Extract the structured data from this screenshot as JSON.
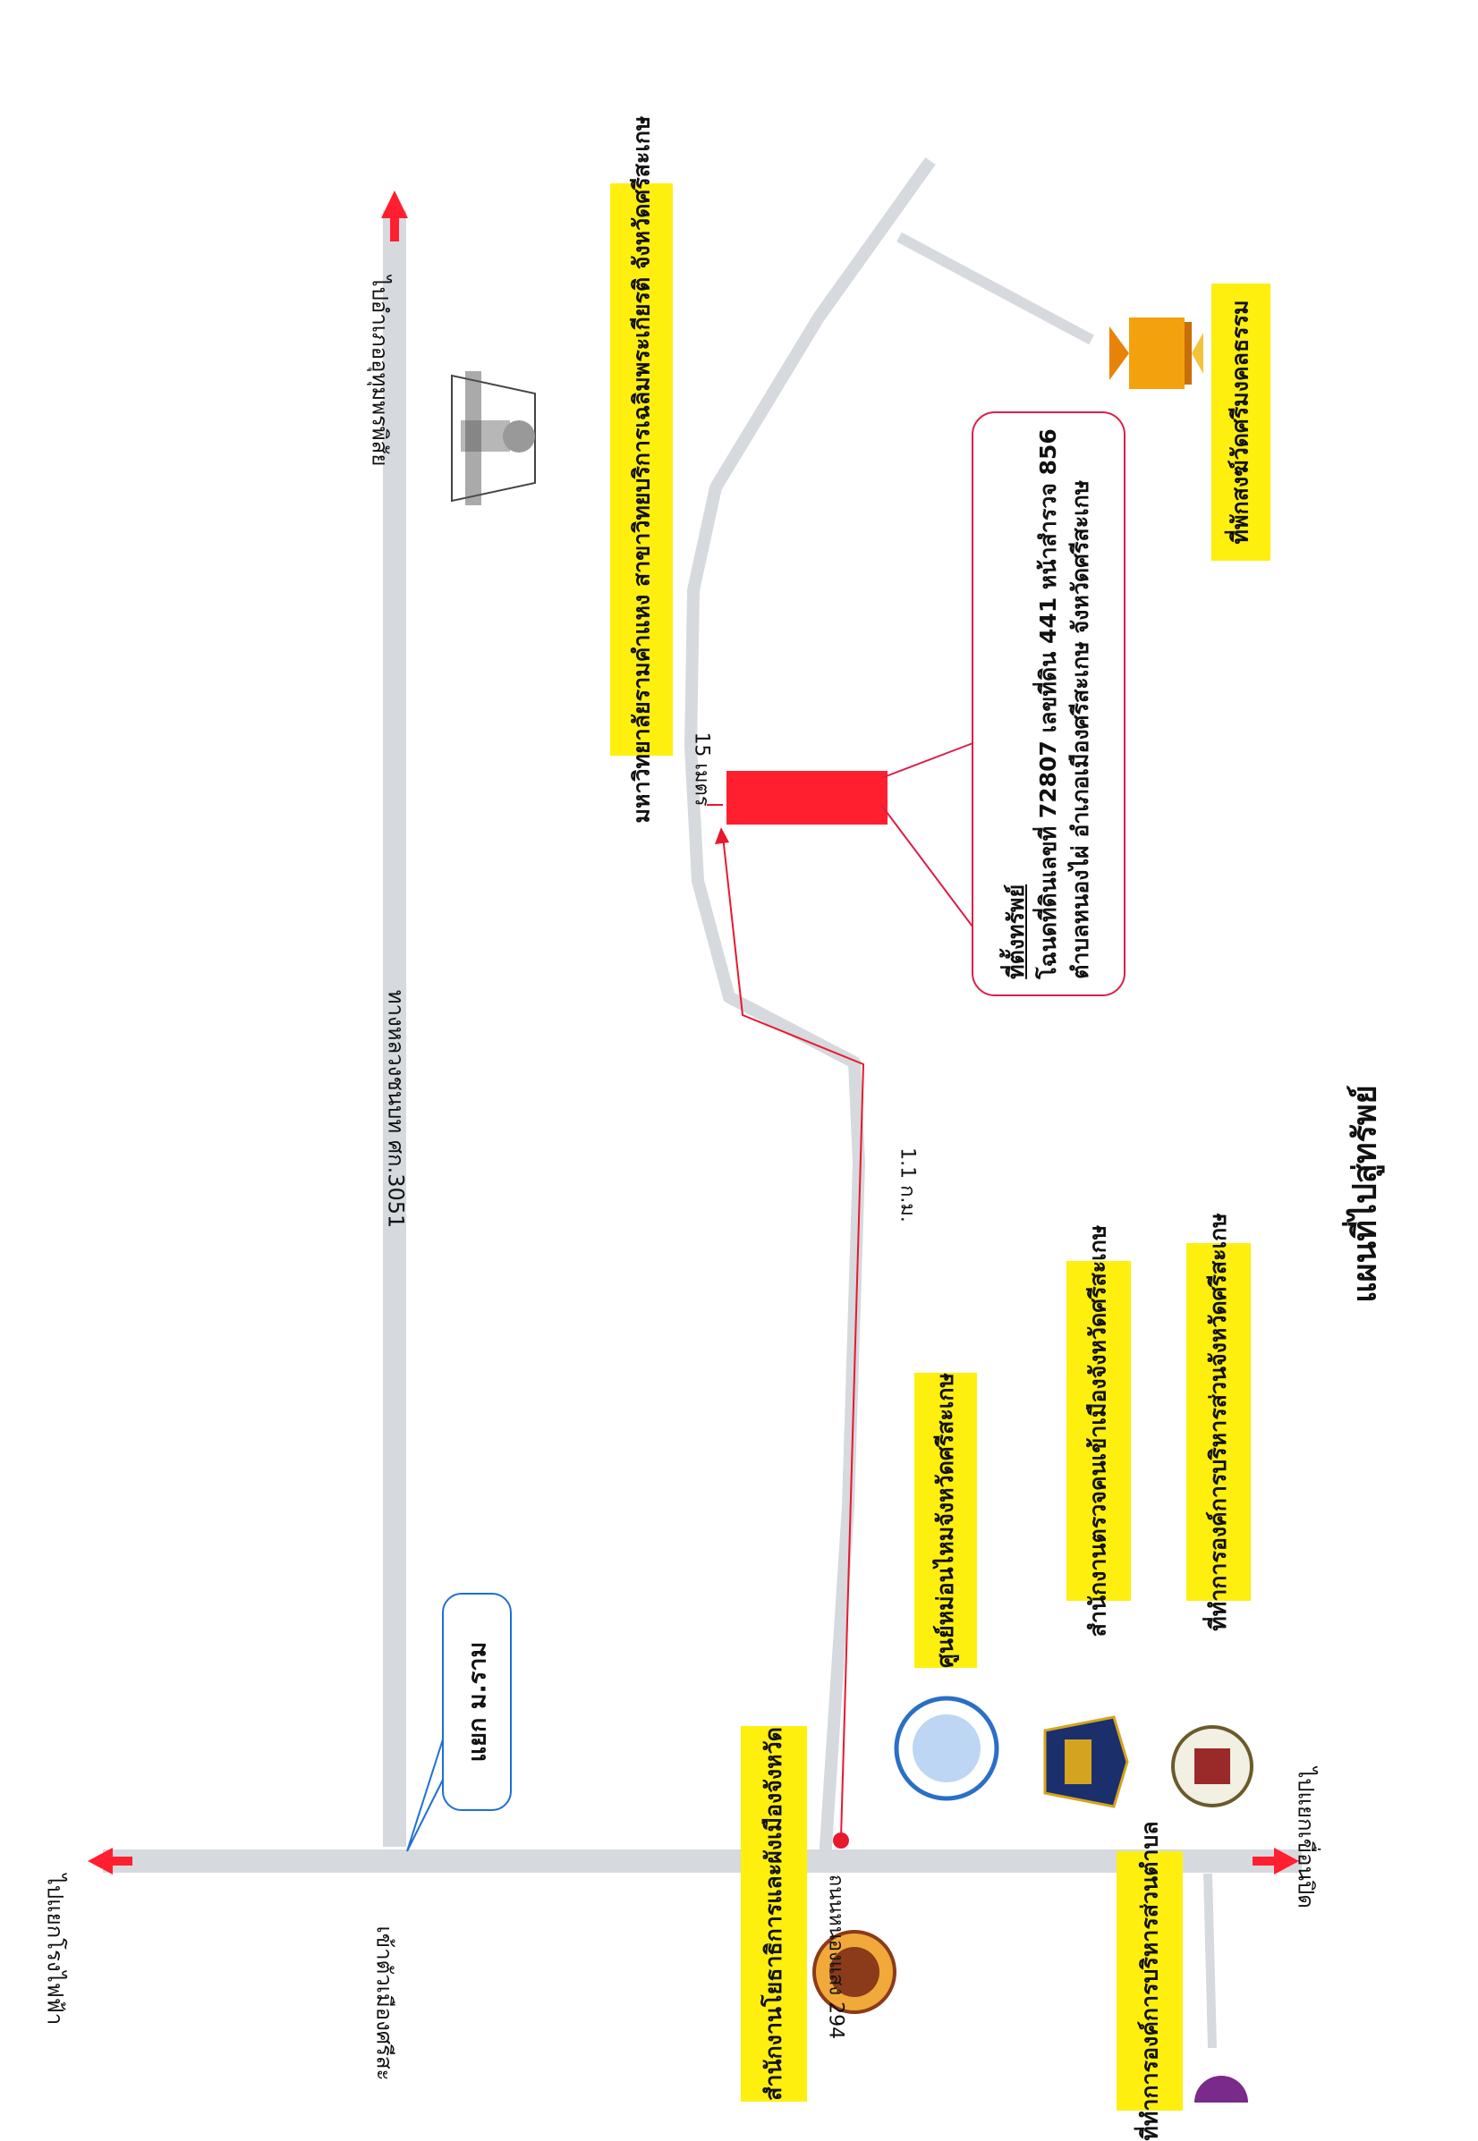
{
  "map": {
    "title": "แผนที่ไปสู่ทรัพย์",
    "property_callout": {
      "heading": "ที่ตั้งทรัพย์",
      "line1": "โฉนดที่ดินเลขที่ 72807 เลขที่ดิน 441 หน้าสำรวจ 856",
      "line2": "ตำบลหนองไผ่ อำเภอเมืองศรีสะเกษ จังหวัดศรีสะเกษ"
    },
    "distances": {
      "frontage": "15 เมตร",
      "route_length": "1.1 ก.ม."
    },
    "roads": {
      "highway": "ทางหลวงชนบท ศก.3051",
      "highway_dir_north": "ไปอำเภออุทุมพรพิสัย",
      "local_road": "ถนนหนองแสง 294",
      "dir_left": "ไปแยกโรงไฟฟ้า",
      "dir_right": "ไปแยกเขื่อนปิด",
      "dir_city": "เข้าตัวเมืองศรีสะ"
    },
    "junction": "แยก ม.ราม",
    "places": {
      "university": "มหาวิทยาลัยรามคำแหง สาขาวิทยบริการเฉลิมพระเกียรติ จังหวัดศรีสะเกษ",
      "monks_residence": "ที่พักสงฆ์วัดศรีมงคลธรรม",
      "provincial_admin": "ที่ทำการองค์การบริหารส่วนจังหวัดศรีสะเกษ",
      "immigration": "สำนักงานตรวจคนเข้าเมืองจังหวัดศรีสะเกษ",
      "silk_center": "ศูนย์หม่อนไหมจังหวัดศรีสะเกษ",
      "district_office": "สำนักงานโยธาธิการและผังเมืองจังหวัด",
      "tambon_admin": "ที่ทำการองค์การบริหารส่วนตำบล"
    },
    "colors": {
      "label_bg": "#ffef0f",
      "road": "#d6d9de",
      "property": "#ff1f2f",
      "arrow": "#ff1f2f",
      "callout_border": "#d9204a",
      "junction_border": "#1f6fd6"
    }
  }
}
